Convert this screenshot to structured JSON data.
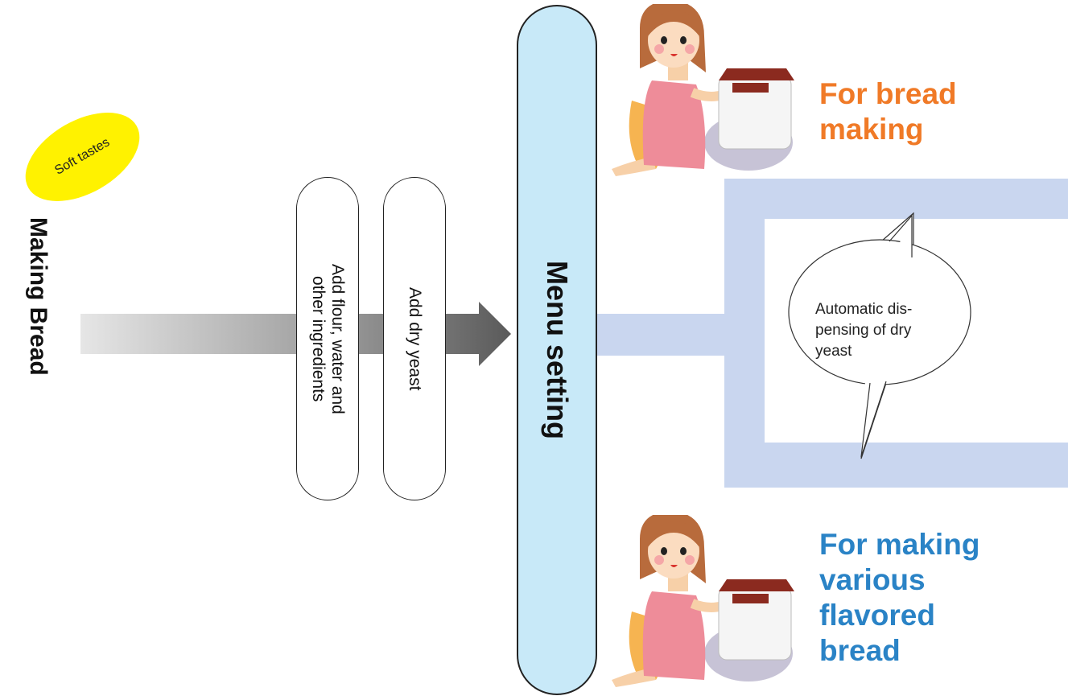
{
  "badge": {
    "text": "Soft tastes"
  },
  "title": "Making Bread",
  "steps": {
    "step1_lines": [
      "Add flour, water and",
      "other ingredients"
    ],
    "step2": "Add dry yeast"
  },
  "menu_setting": "Menu setting",
  "bread_making": {
    "heading_lines": [
      "For bread",
      "making"
    ],
    "bubble_lines": [
      "Automatic dis-",
      "pensing of dry",
      "yeast"
    ]
  },
  "flavored": {
    "heading_lines": [
      "For making",
      "various",
      "flavored",
      "bread"
    ]
  },
  "colors": {
    "badge": "#fff200",
    "menu_bar": "#c8e9f8",
    "connector": "#c9d6ef",
    "heading_top": "#f07a27",
    "heading_bottom": "#2a83c6"
  }
}
